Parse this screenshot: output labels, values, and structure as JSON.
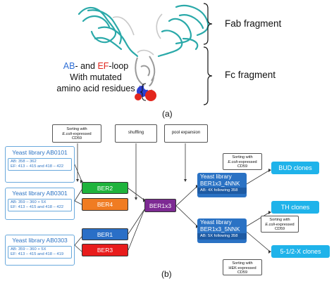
{
  "panel_a": {
    "fab_label": "Fab fragment",
    "fc_label": "Fc fragment",
    "loop_line1_ab": "AB",
    "loop_line1_mid": "- and ",
    "loop_line1_ef": "EF",
    "loop_line1_end": "-loop",
    "loop_line2": "With mutated",
    "loop_line3": "amino acid residues",
    "caption": "(a)"
  },
  "panel_b": {
    "caption": "(b)",
    "notes": {
      "sort_ecoli_cd59": [
        "Sorting with",
        "E.coli",
        "-expressed",
        "CD59"
      ],
      "shuffling": "shuffling",
      "pool_expansion": "pool expansion",
      "sort_bud": [
        "Sorting with",
        "E.coli",
        "-expressed",
        "CD59"
      ],
      "sort_th": [
        "Sorting with",
        "E.coli",
        "-expressed",
        "CD59"
      ],
      "sort_hek": [
        "Sorting with",
        "HEK-expressed",
        "CD59"
      ]
    },
    "libraries": [
      {
        "title": "Yeast library AB0101",
        "line1": "AB: 358 – 362",
        "line2": "EF: 413 – 415 and 418 – 422"
      },
      {
        "title": "Yeast library AB0301",
        "line1": "AB: 359 – 360 + 5X",
        "line2": "EF: 413 – 415 and 418 – 422"
      },
      {
        "title": "Yeast library AB0303",
        "line1": "AB: 359 – 360 + 5X",
        "line2": "EF: 413 – 415 and 418 – 419"
      }
    ],
    "ber": {
      "ber2": {
        "label": "BER2",
        "color": "#1fb33c"
      },
      "ber4": {
        "label": "BER4",
        "color": "#f07c22"
      },
      "ber1": {
        "label": "BER1",
        "color": "#2a6fc7"
      },
      "ber3": {
        "label": "BER3",
        "color": "#e81c1c"
      },
      "ber1x3": {
        "label": "BER1x3",
        "color": "#7d2a93"
      }
    },
    "blue_libraries": [
      {
        "title1": "Yeast library",
        "title2": "BER1x3_4NNK",
        "sub": "AB: 4X following 358"
      },
      {
        "title1": "Yeast library",
        "title2": "BER1x3_5NNK",
        "sub": "AB: 5X following 358"
      }
    ],
    "clones": {
      "bud": "BUD clones",
      "th": "TH clones",
      "five": "5-1/2-X clones"
    }
  }
}
